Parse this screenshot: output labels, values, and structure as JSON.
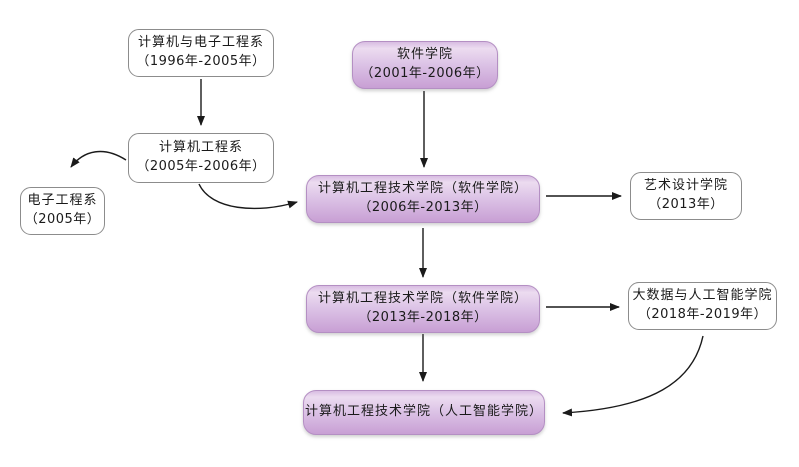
{
  "diagram": {
    "description": "院系沿革流程图",
    "colors": {
      "background": "#ffffff",
      "text": "#1a1a1a",
      "arrow": "#1a1a1a",
      "white_node_border": "#8c8c8c",
      "purple_node_top": "#ecdcf0",
      "purple_node_bottom": "#c89fd4",
      "purple_node_border": "#b48fc3"
    },
    "nodes": [
      {
        "id": "cs-ee-dept",
        "variant": "white",
        "line1": "计算机与电子工程系",
        "line2": "（1996年-2005年）"
      },
      {
        "id": "software-college",
        "variant": "purple",
        "line1": "软件学院",
        "line2": "（2001年-2006年）"
      },
      {
        "id": "computer-eng-dept",
        "variant": "white",
        "line1": "计算机工程系",
        "line2": "（2005年-2006年）"
      },
      {
        "id": "ee-dept",
        "variant": "white",
        "line1": "电子工程系",
        "line2": "（2005年）"
      },
      {
        "id": "cetc-software-2006",
        "variant": "purple",
        "line1": "计算机工程技术学院（软件学院）",
        "line2": "（2006年-2013年）"
      },
      {
        "id": "art-design-college",
        "variant": "white",
        "line1": "艺术设计学院",
        "line2": "（2013年）"
      },
      {
        "id": "cetc-software-2013",
        "variant": "purple",
        "line1": "计算机工程技术学院（软件学院）",
        "line2": "（2013年-2018年）"
      },
      {
        "id": "bigdata-ai-college",
        "variant": "white",
        "line1": "大数据与人工智能学院",
        "line2": "（2018年-2019年）"
      },
      {
        "id": "cetc-ai",
        "variant": "purple",
        "line1": "计算机工程技术学院（人工智能学院）",
        "line2": ""
      }
    ],
    "edges": [
      {
        "from": "cs-ee-dept",
        "to": "computer-eng-dept",
        "shape": "straight-down"
      },
      {
        "from": "software-college",
        "to": "cetc-software-2006",
        "shape": "straight-down"
      },
      {
        "from": "computer-eng-dept",
        "to": "ee-dept",
        "shape": "curved-left-down"
      },
      {
        "from": "computer-eng-dept",
        "to": "cetc-software-2006",
        "shape": "curved-right-down"
      },
      {
        "from": "cetc-software-2006",
        "to": "art-design-college",
        "shape": "straight-right"
      },
      {
        "from": "cetc-software-2006",
        "to": "cetc-software-2013",
        "shape": "straight-down"
      },
      {
        "from": "cetc-software-2013",
        "to": "bigdata-ai-college",
        "shape": "straight-right"
      },
      {
        "from": "cetc-software-2013",
        "to": "cetc-ai",
        "shape": "straight-down"
      },
      {
        "from": "bigdata-ai-college",
        "to": "cetc-ai",
        "shape": "curved-left-down"
      }
    ]
  }
}
